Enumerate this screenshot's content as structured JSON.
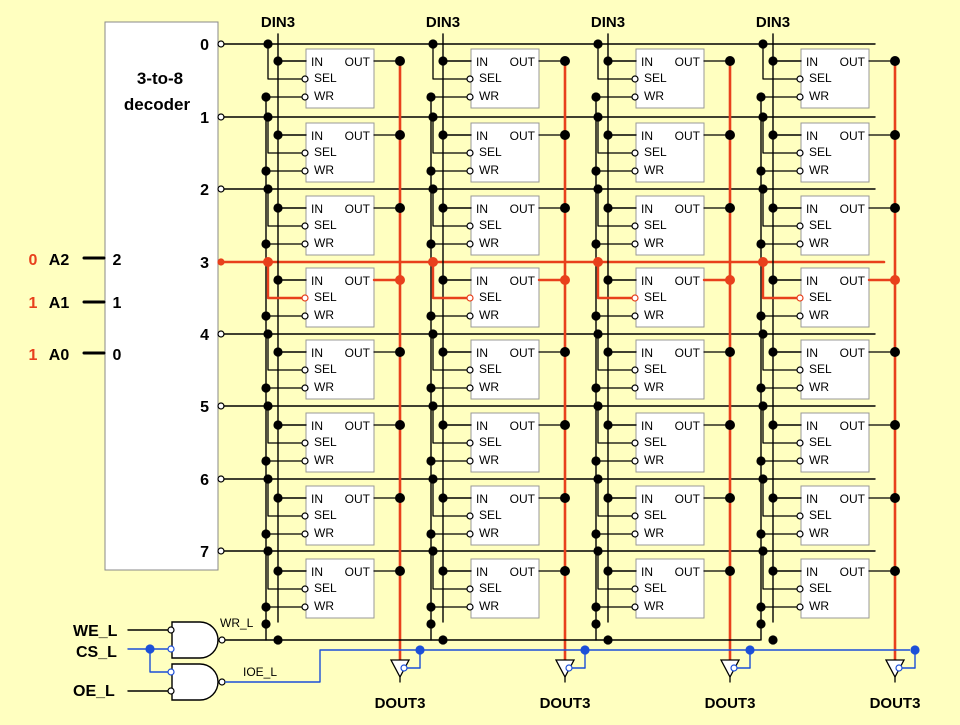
{
  "decoder": {
    "title_line1": "3-to-8",
    "title_line2": "decoder",
    "outputs": [
      "0",
      "1",
      "2",
      "3",
      "4",
      "5",
      "6",
      "7"
    ],
    "active_output": 3,
    "inputs": [
      {
        "name": "A2",
        "value": "0",
        "pin": "2"
      },
      {
        "name": "A1",
        "value": "1",
        "pin": "1"
      },
      {
        "name": "A0",
        "value": "1",
        "pin": "0"
      }
    ]
  },
  "columns": [
    {
      "din_label": "DIN3",
      "dout_label": "DOUT3"
    },
    {
      "din_label": "DIN3",
      "dout_label": "DOUT3"
    },
    {
      "din_label": "DIN3",
      "dout_label": "DOUT3"
    },
    {
      "din_label": "DIN3",
      "dout_label": "DOUT3"
    }
  ],
  "cell": {
    "in": "IN",
    "out": "OUT",
    "sel": "SEL",
    "wr": "WR"
  },
  "control": {
    "we": "WE_L",
    "cs": "CS_L",
    "oe": "OE_L",
    "wr_net": "WR_L",
    "ioe_net": "IOE_L"
  },
  "colors": {
    "background": "#ffffc0",
    "active": "#e8401c",
    "control_bus": "#1c4fd8",
    "wire": "#000000",
    "cell_fill": "#ffffff"
  }
}
